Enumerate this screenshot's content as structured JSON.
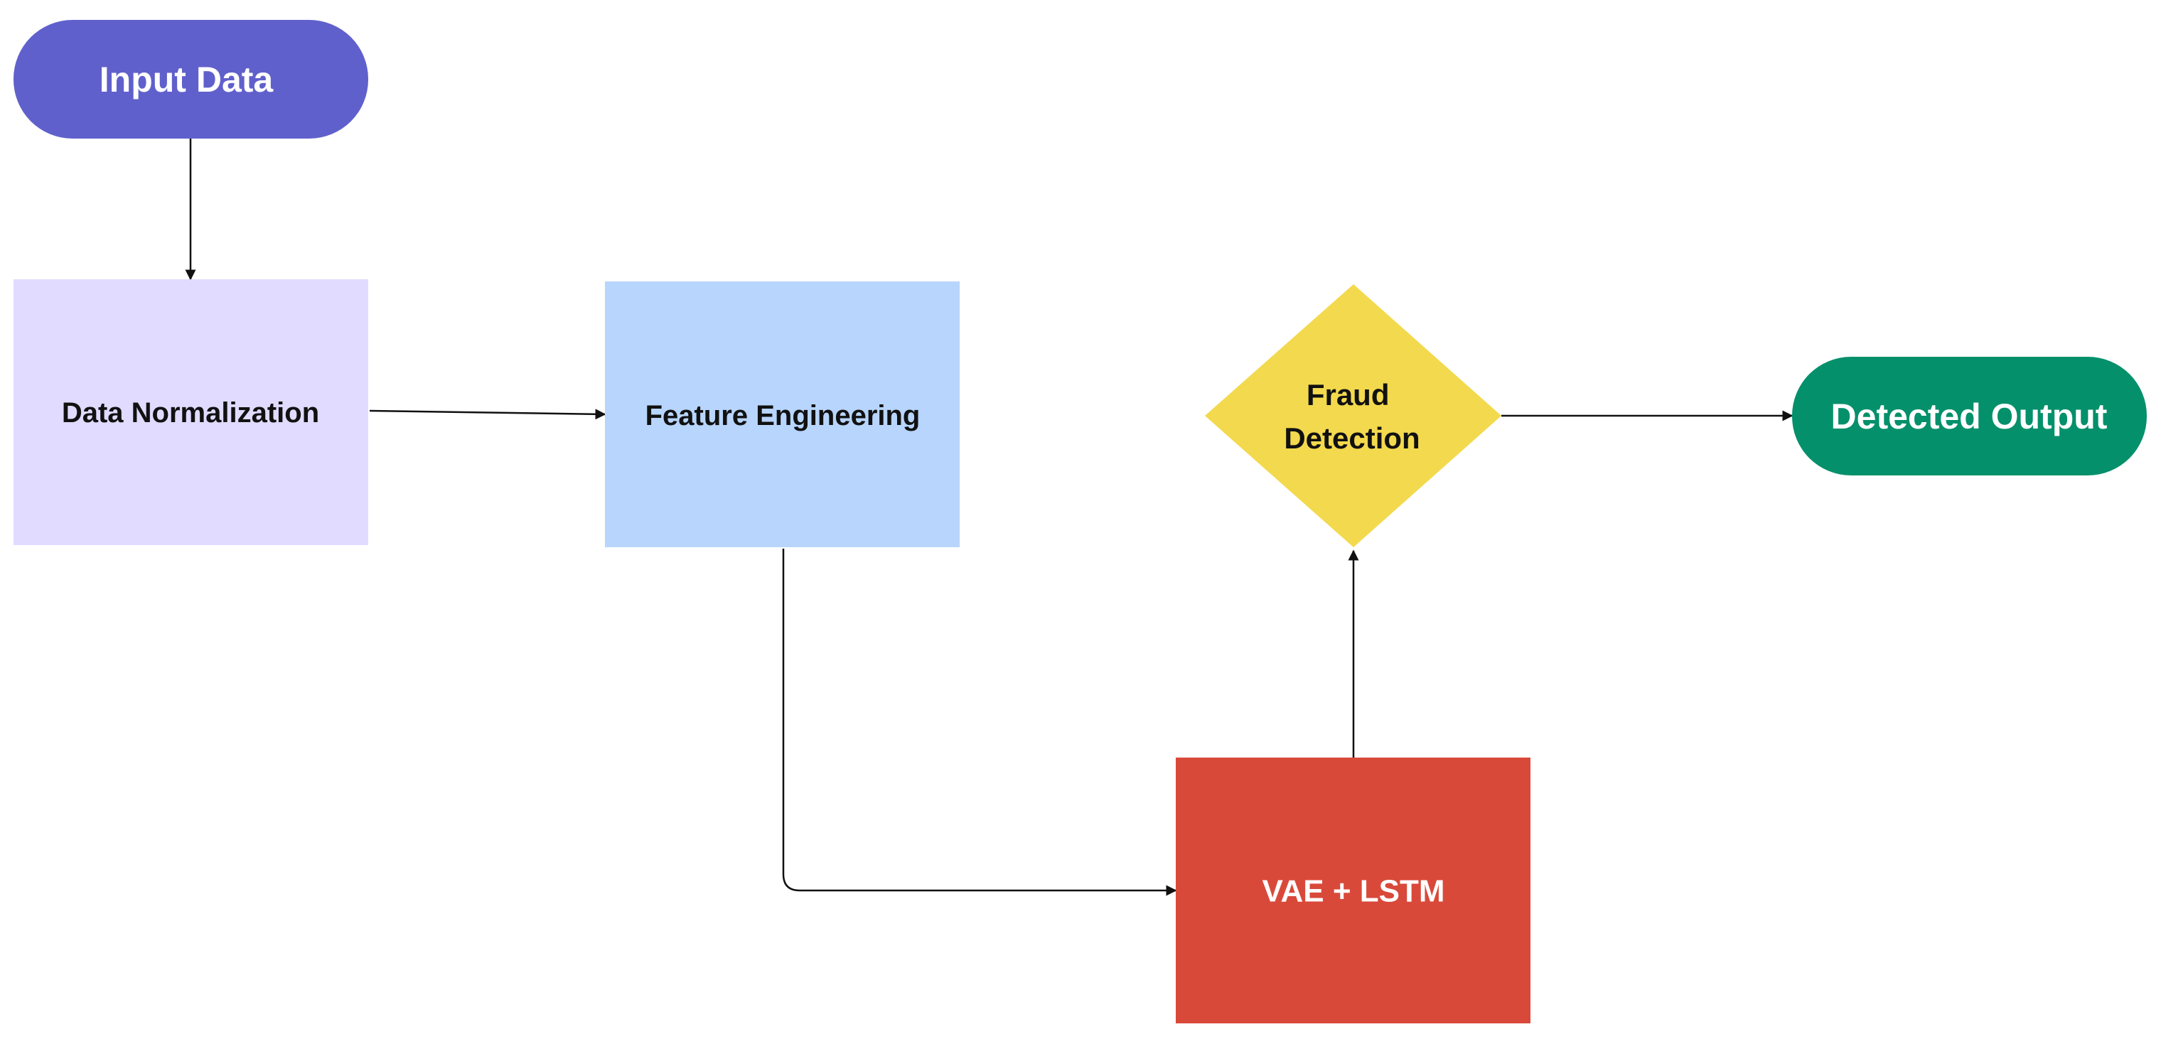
{
  "diagram": {
    "nodes": {
      "input_data": {
        "label": "Input Data",
        "color": "#6060CC"
      },
      "data_normalization": {
        "label": "Data Normalization",
        "color": "#E0DBFF"
      },
      "feature_engineering": {
        "label": "Feature Engineering",
        "color": "#B8D5FD"
      },
      "vae_lstm": {
        "label": "VAE + LSTM",
        "color": "#D9493A"
      },
      "fraud_detection": {
        "label_line1": "Fraud",
        "label_line2": "Detection",
        "color": "#F3D94D"
      },
      "detected_output": {
        "label": "Detected Output",
        "color": "#04906B"
      }
    },
    "edges": [
      {
        "from": "Input Data",
        "to": "Data Normalization"
      },
      {
        "from": "Data Normalization",
        "to": "Feature Engineering"
      },
      {
        "from": "Feature Engineering",
        "to": "VAE + LSTM"
      },
      {
        "from": "VAE + LSTM",
        "to": "Fraud Detection"
      },
      {
        "from": "Fraud Detection",
        "to": "Detected Output"
      }
    ]
  }
}
